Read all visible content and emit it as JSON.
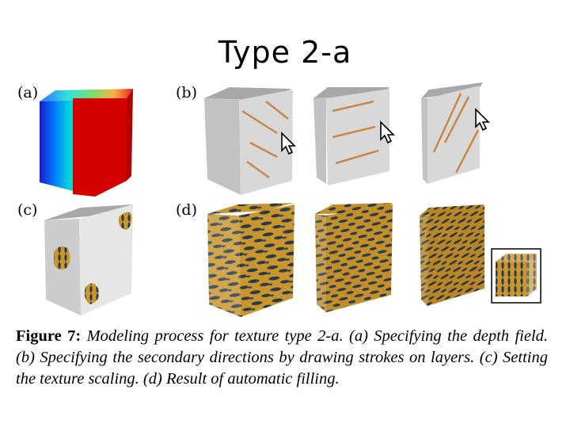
{
  "slide": {
    "title": "Type 2-a"
  },
  "panels": {
    "a": "(a)",
    "b": "(b)",
    "c": "(c)",
    "d": "(d)"
  },
  "caption": {
    "label": "Figure 7:",
    "text": "Modeling process for texture type 2-a. (a) Specifying the depth field. (b) Specifying the secondary directions by drawing strokes on layers. (c) Setting the texture scaling. (d) Result of automatic filling."
  },
  "colors": {
    "box_top": "#a8a8a8",
    "box_front": "#d6d6d6",
    "box_side": "#bdbdbd",
    "stroke": "#c9874a",
    "texture_dark": "#2b3a4a",
    "texture_light": "#c9962e",
    "depth_red": "#d40000"
  },
  "icons": [
    "cursor-arrow-icon"
  ]
}
